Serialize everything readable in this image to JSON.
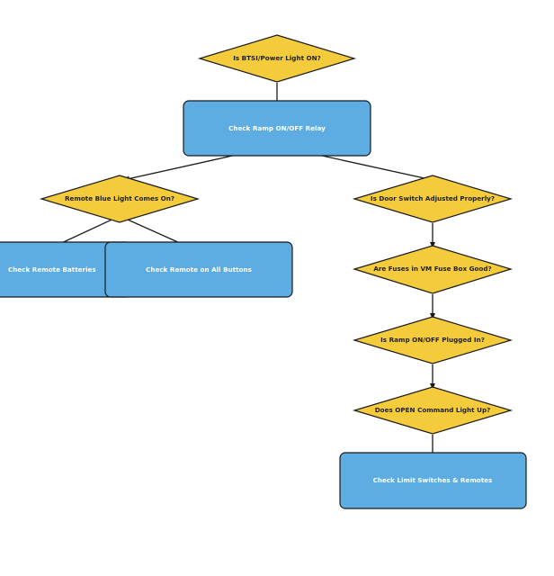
{
  "colors": {
    "decision_fill": "#f4cb3a",
    "process_fill": "#5dade2",
    "outline": "#1a1a1a",
    "decision_text": "#1f1f1f",
    "process_text": "#ffffff"
  },
  "nodes": {
    "power_light": {
      "label": "Is BTSI/Power Light ON?"
    },
    "ramp_relay": {
      "label": "Check Ramp ON/OFF Relay"
    },
    "remote_blue_light": {
      "label": "Remote Blue Light Comes On?"
    },
    "door_switch": {
      "label": "Is Door Switch Adjusted Properly?"
    },
    "remote_batteries": {
      "label": "Check Remote Batteries"
    },
    "remote_all_buttons": {
      "label": "Check Remote on All Buttons"
    },
    "fuses": {
      "label": "Are Fuses in VM Fuse Box Good?"
    },
    "ramp_plugged": {
      "label": "Is Ramp ON/OFF Plugged In?"
    },
    "open_command": {
      "label": "Does OPEN Command Light Up?"
    },
    "limit_switches": {
      "label": "Check Limit Switches & Remotes"
    }
  },
  "edges": [
    {
      "from": "power_light",
      "to": "ramp_relay"
    },
    {
      "from": "ramp_relay",
      "to": "remote_blue_light"
    },
    {
      "from": "ramp_relay",
      "to": "door_switch"
    },
    {
      "from": "remote_blue_light",
      "to": "remote_batteries"
    },
    {
      "from": "remote_blue_light",
      "to": "remote_all_buttons"
    },
    {
      "from": "door_switch",
      "to": "fuses"
    },
    {
      "from": "fuses",
      "to": "ramp_plugged"
    },
    {
      "from": "ramp_plugged",
      "to": "open_command"
    },
    {
      "from": "open_command",
      "to": "limit_switches"
    }
  ]
}
